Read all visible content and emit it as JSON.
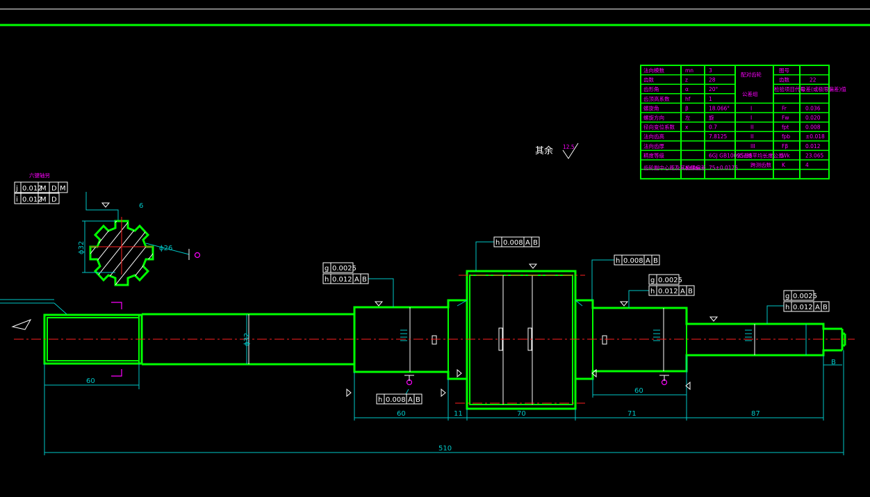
{
  "title_note": {
    "label": "其余",
    "roughness": "12.5"
  },
  "spline_section": {
    "title": "六键轴另",
    "frames": [
      {
        "symbol": "j",
        "value": "0.012",
        "m1": "M",
        "ref": "D",
        "m2": "M"
      },
      {
        "symbol": "i",
        "value": "0.012",
        "m1": "M",
        "ref": "D"
      }
    ],
    "dim_height": "ϕ32",
    "dim_diameter": "ϕ26",
    "roughness": "6"
  },
  "frames": {
    "left_g": {
      "symbol": "g",
      "value": "0.0025"
    },
    "left_h": {
      "symbol": "h",
      "value": "0.012",
      "r1": "A",
      "r2": "B"
    },
    "top_gear": {
      "symbol": "h",
      "value": "0.008",
      "r1": "A",
      "r2": "B"
    },
    "right_gear": {
      "symbol": "h",
      "value": "0.008",
      "r1": "A",
      "r2": "B"
    },
    "mid_g": {
      "symbol": "g",
      "value": "0.0025"
    },
    "mid_h": {
      "symbol": "h",
      "value": "0.012",
      "r1": "A",
      "r2": "B"
    },
    "far_g": {
      "symbol": "g",
      "value": "0.0025"
    },
    "far_h": {
      "symbol": "h",
      "value": "0.012",
      "r1": "A",
      "r2": "B"
    },
    "bottom": {
      "symbol": "h",
      "value": "0.008",
      "r1": "A",
      "r2": "B"
    }
  },
  "dimensions": {
    "d1": "60",
    "d2": "60",
    "d3": "11",
    "d4": "70",
    "d5": "71",
    "d6": "87",
    "d7": "60",
    "total": "510",
    "shaft_dia": "ϕ32",
    "datum_b": "B"
  },
  "table": {
    "rows": [
      {
        "name": "法向模数",
        "sym": "mn",
        "val": "3"
      },
      {
        "name": "齿数",
        "sym": "z",
        "val": "28"
      },
      {
        "name": "齿形角",
        "sym": "α",
        "val": "20°"
      },
      {
        "name": "齿顶高系数",
        "sym": "hf",
        "val": "1"
      },
      {
        "name": "螺旋角",
        "sym": "β",
        "val": "18.066°"
      },
      {
        "name": "螺旋方向",
        "sym": "左",
        "val": "旋"
      },
      {
        "name": "径向变位系数",
        "sym": "x",
        "val": "0.7"
      },
      {
        "name": "法向齿高",
        "sym": "",
        "val": "7.8125"
      },
      {
        "name": "法向齿厚",
        "sym": "",
        "val": ""
      },
      {
        "name": "精度等级",
        "sym": "",
        "val": "6GJ GB10095-88"
      },
      {
        "name": "齿轮副中心距及其极限偏差",
        "sym": "a±fa",
        "val": "75±0.0175"
      }
    ],
    "mid": {
      "pair": "配对齿轮",
      "group": "公差组",
      "acc": "公法线平均长度公差"
    },
    "right_top": {
      "h1": "图号",
      "h2": "齿数",
      "h2v": "22",
      "h3": "检验项目代号",
      "h4": "公差(或极限偏差)值"
    },
    "right_rows": [
      {
        "grp": "I",
        "code": "Fr",
        "val": "0.036"
      },
      {
        "grp": "I",
        "code": "Fw",
        "val": "0.020"
      },
      {
        "grp": "II",
        "code": "fpt",
        "val": "0.008"
      },
      {
        "grp": "II",
        "code": "fpb",
        "val": "±0.018"
      },
      {
        "grp": "III",
        "code": "Fβ",
        "val": "0.012"
      },
      {
        "grp": "",
        "code": "Wk",
        "val": "23.065"
      },
      {
        "grp": "跨测齿数",
        "code": "K",
        "val": "4"
      }
    ]
  }
}
